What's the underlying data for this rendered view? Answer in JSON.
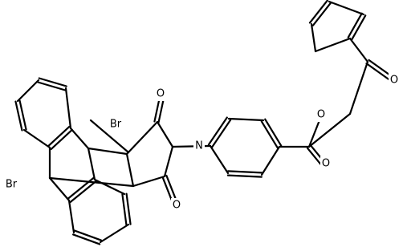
{
  "atom_labels": {
    "br_top": "Br",
    "br_bottom": "Br",
    "o_imide_top": "O",
    "o_imide_bottom": "O",
    "n_imide": "N",
    "o_ester_single": "O",
    "o_ester_carbonyl": "O",
    "o_ketone": "O"
  }
}
